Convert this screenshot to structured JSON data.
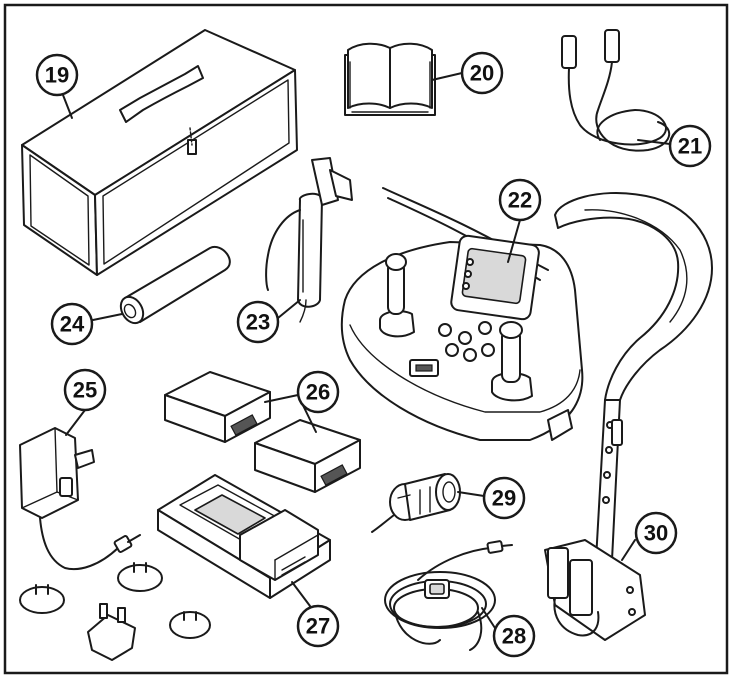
{
  "figure": {
    "callouts": [
      {
        "id": "19",
        "label": "19",
        "item": "storage-box"
      },
      {
        "id": "20",
        "label": "20",
        "item": "manual"
      },
      {
        "id": "21",
        "label": "21",
        "item": "cable"
      },
      {
        "id": "22",
        "label": "22",
        "item": "remote-control"
      },
      {
        "id": "23",
        "label": "23",
        "item": "grease-gun"
      },
      {
        "id": "24",
        "label": "24",
        "item": "grease-cartridge"
      },
      {
        "id": "25",
        "label": "25",
        "item": "power-adapter"
      },
      {
        "id": "26",
        "label": "26",
        "item": "batteries"
      },
      {
        "id": "27",
        "label": "27",
        "item": "battery-charger"
      },
      {
        "id": "28",
        "label": "28",
        "item": "charger-cable"
      },
      {
        "id": "29",
        "label": "29",
        "item": "connector-plug"
      },
      {
        "id": "30",
        "label": "30",
        "item": "harness-belt"
      }
    ]
  }
}
